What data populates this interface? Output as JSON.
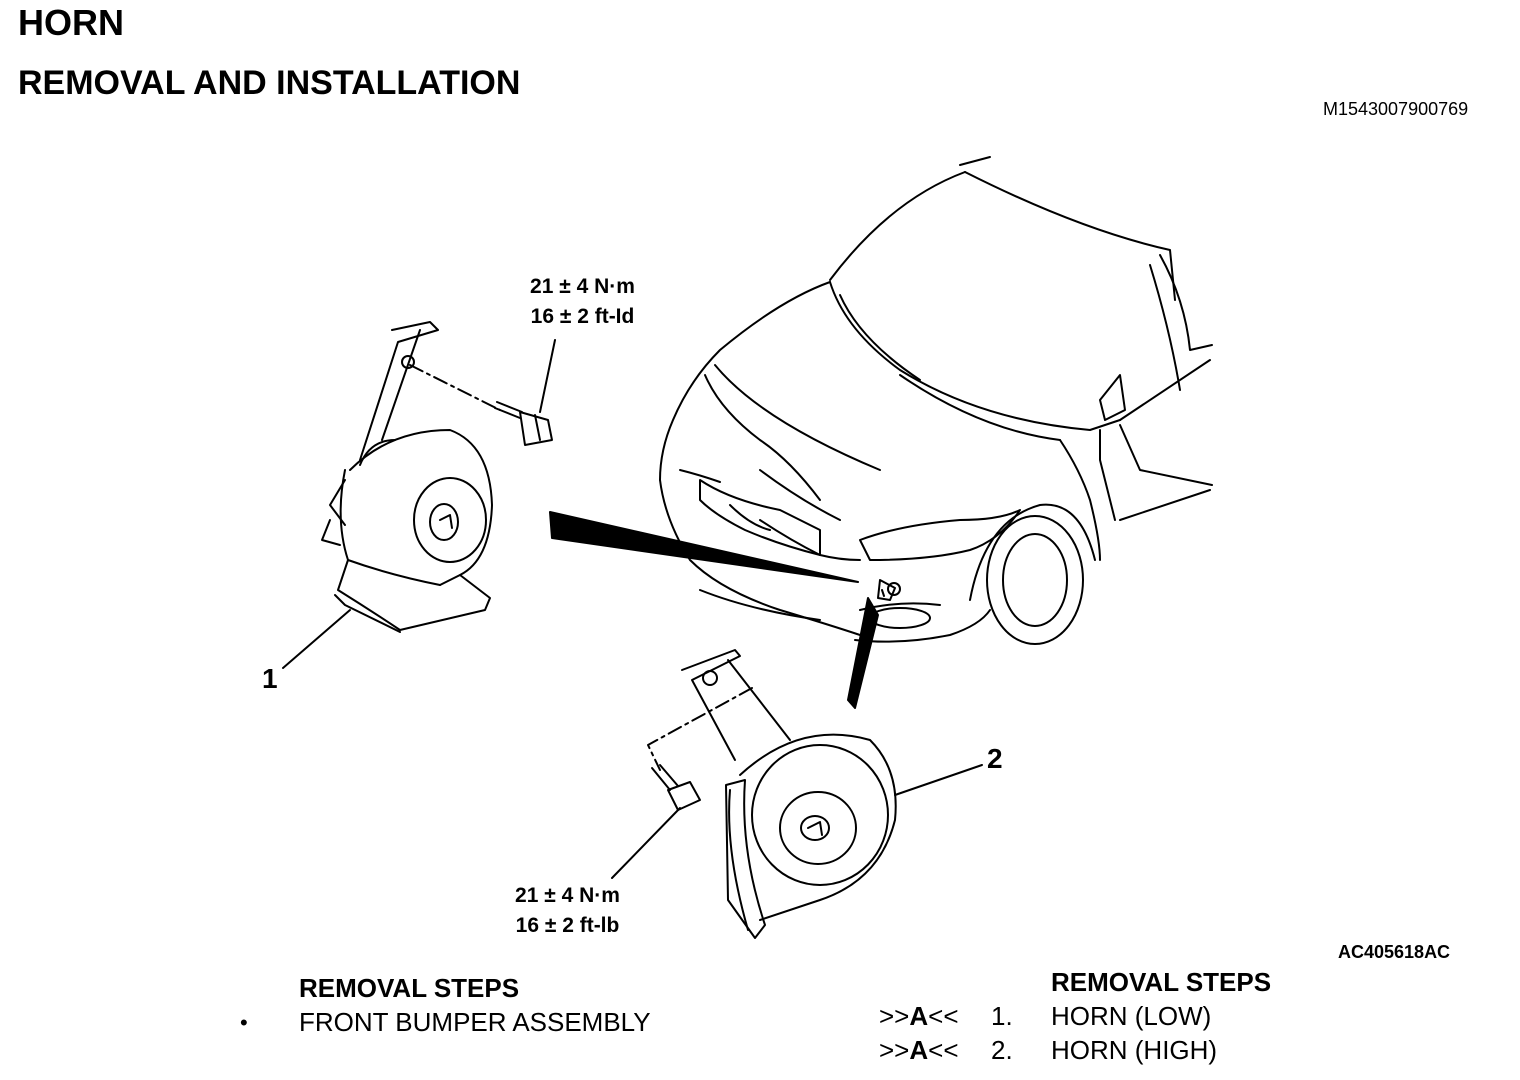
{
  "header": {
    "title": "HORN",
    "subtitle": "REMOVAL AND INSTALLATION",
    "document_id": "M1543007900769"
  },
  "figure": {
    "figure_id": "AC405618AC",
    "torque_top": {
      "line1": "21 ± 4 N·m",
      "line2": "16 ± 2 ft-Id"
    },
    "torque_bottom": {
      "line1": "21 ± 4 N·m",
      "line2": "16 ± 2 ft-lb"
    },
    "callouts": [
      "1",
      "2"
    ]
  },
  "left_steps": {
    "heading": "REMOVAL STEPS",
    "items": [
      {
        "bullet": "•",
        "label": "FRONT BUMPER ASSEMBLY"
      }
    ]
  },
  "right_steps": {
    "heading": "REMOVAL STEPS",
    "items": [
      {
        "ref_prefix": ">>",
        "ref_letter": "A",
        "ref_suffix": "<<",
        "number": "1.",
        "label": "HORN (LOW)"
      },
      {
        "ref_prefix": ">>",
        "ref_letter": "A",
        "ref_suffix": "<<",
        "number": "2.",
        "label": "HORN (HIGH)"
      }
    ]
  }
}
